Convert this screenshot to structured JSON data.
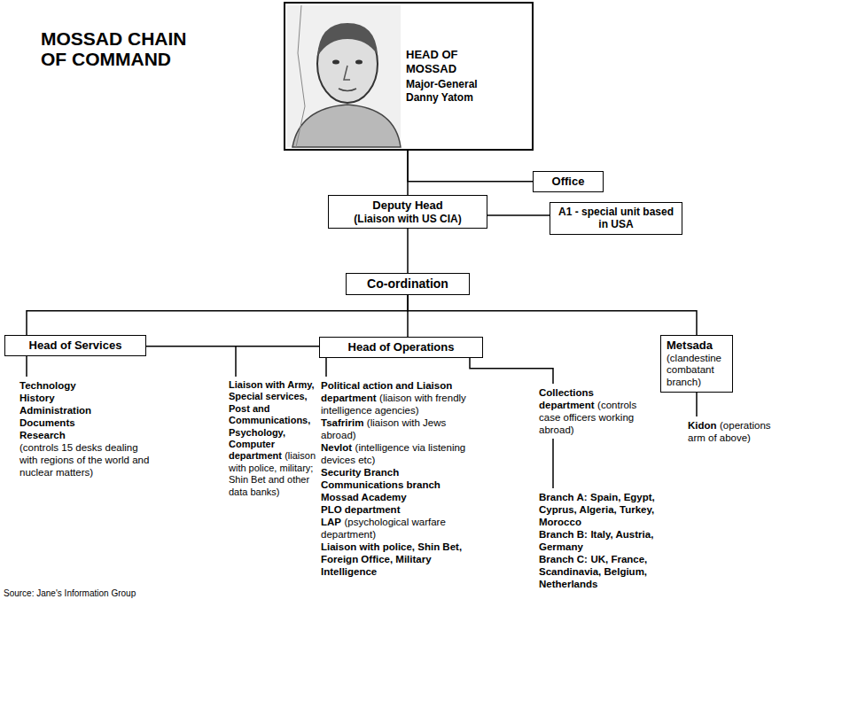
{
  "diagram": {
    "title": "MOSSAD CHAIN OF COMMAND",
    "nodes": [
      {
        "text": [
          "HEAD OF MOSSAD",
          "Major-General Danny Yatom"
        ]
      },
      {
        "text": [
          "Office"
        ]
      },
      {
        "text": [
          "Deputy Head",
          "(Liaison with US CIA)"
        ]
      },
      {
        "text": [
          "A1 - special unit based in USA"
        ]
      },
      {
        "text": [
          "Co-ordination"
        ]
      },
      {
        "text": [
          "Head of Services"
        ]
      },
      {
        "text": [
          "Head of Operations"
        ]
      },
      {
        "text": [
          "Metsada",
          "(clandestine combatant branch)"
        ]
      }
    ],
    "edges": [
      {
        "from": 0,
        "to": 2,
        "arrow": "none"
      },
      {
        "from": 0,
        "to": 1,
        "arrow": "none"
      },
      {
        "from": 2,
        "to": 3,
        "arrow": "none"
      },
      {
        "from": 2,
        "to": 4,
        "arrow": "none"
      },
      {
        "from": 4,
        "to": 5,
        "arrow": "none"
      },
      {
        "from": 4,
        "to": 6,
        "arrow": "none"
      },
      {
        "from": 4,
        "to": 7,
        "arrow": "none"
      },
      {
        "from": 5,
        "to": 6,
        "arrow": "none"
      }
    ],
    "labels": [
      "Technology",
      "History",
      "Administration",
      "Documents",
      "Research",
      "(controls 15 desks dealing with regions of the world and nuclear matters)",
      "Liaison with Army, Special services, Post and Communications, Psychology, Computer department",
      "(liaison with police, military; Shin Bet and other data banks)",
      "Political action and Liaison department",
      "(liaison with frendly intelligence agencies)",
      "Tsafririm",
      "(liaison with Jews abroad)",
      "Nevlot",
      "(intelligence via listening devices etc)",
      "Security Branch",
      "Communications branch",
      "Mossad Academy",
      "PLO department",
      "LAP",
      "(psychological warfare department)",
      "Liaison with police, Shin Bet, Foreign Office, Military Intelligence",
      "Collections department",
      "(controls case officers working abroad)",
      "Branch A:",
      "Spain, Egypt, Cyprus, Algeria, Turkey, Morocco",
      "Branch B:",
      "Italy, Austria, Germany",
      "Branch C:",
      "UK, France, Scandinavia, Belgium, Netherlands",
      "Kidon",
      "(operations arm of above)",
      "Source: Jane's Information Group"
    ]
  }
}
